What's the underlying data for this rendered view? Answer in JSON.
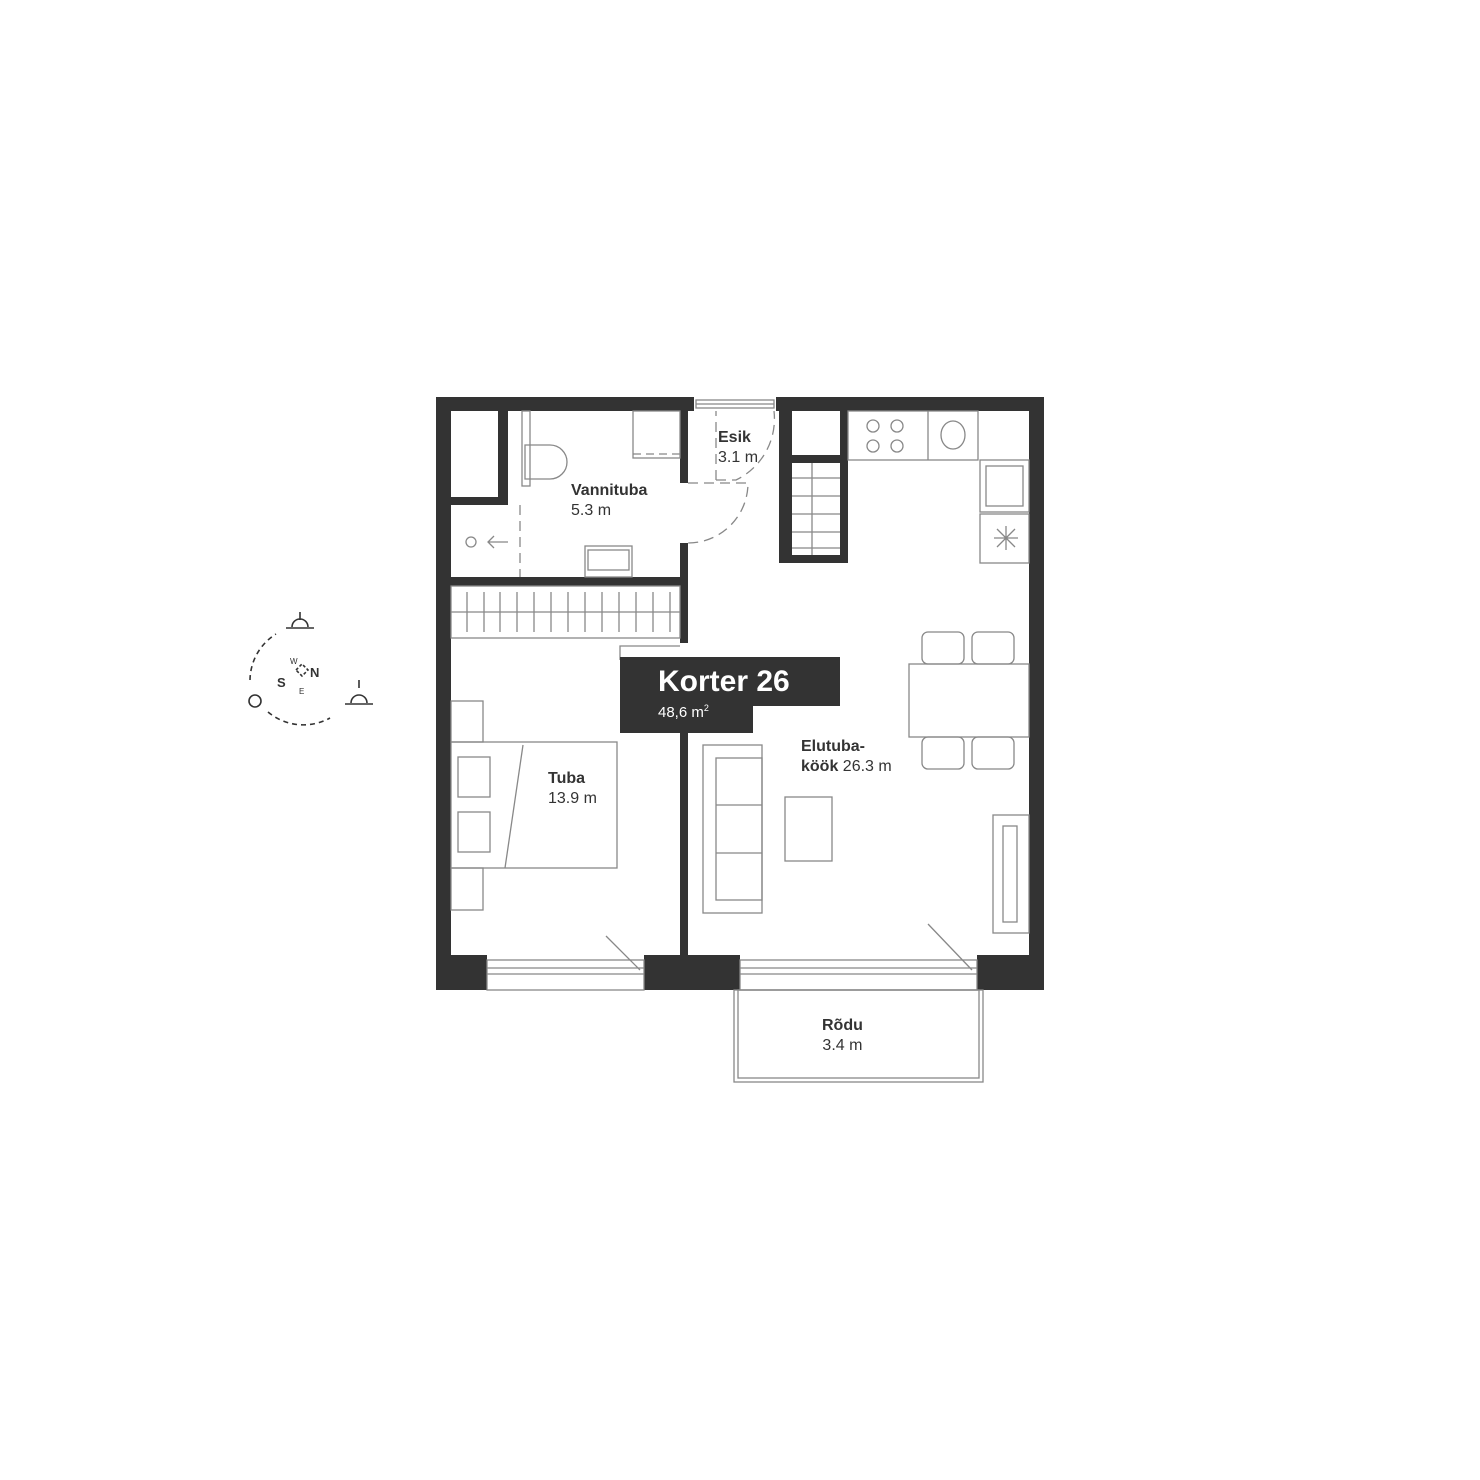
{
  "apartment": {
    "title": "Korter 26",
    "area": "48,6 m",
    "area_sup": "2"
  },
  "rooms": [
    {
      "name": "Vannituba",
      "area": "5.3 m"
    },
    {
      "name": "Esik",
      "area": "3.1 m"
    },
    {
      "name": "Tuba",
      "area": "13.9 m"
    },
    {
      "name": "Elutuba-",
      "name2": "köök",
      "area": "26.3 m"
    },
    {
      "name": "Rõdu",
      "area": "3.4 m"
    }
  ],
  "compass": {
    "n": "N",
    "s": "S",
    "w": "W",
    "e": "E"
  },
  "colors": {
    "wall": "#333333",
    "line": "#888888"
  }
}
